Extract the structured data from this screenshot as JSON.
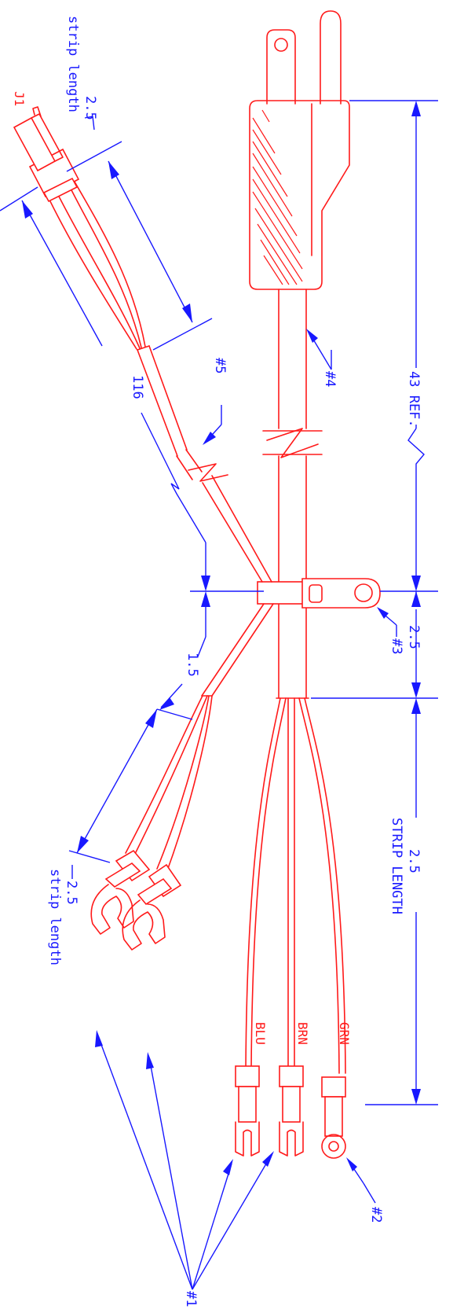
{
  "drawing": {
    "colors": {
      "part": "#ff1a1a",
      "dimension": "#1818ff",
      "background": "#ffffff"
    },
    "dimensions": {
      "overall_ref": "43 REF.",
      "tie_to_break": "2.5",
      "strip_length_main": "2.5",
      "strip_length_main_text": "STRIP LENGTH",
      "branch_length": "116",
      "branch_offset": "1.5",
      "strip_length_j1": "2.5",
      "strip_length_j1_text": "strip length",
      "strip_length_lower": "2.5",
      "strip_length_lower_text": "strip length"
    },
    "callouts": {
      "c1": "#1",
      "c2": "#2",
      "c3": "#3",
      "c4": "#4",
      "c5": "#5"
    },
    "connector": "J1",
    "wires": [
      "GRN",
      "BRN",
      "BLU"
    ]
  }
}
